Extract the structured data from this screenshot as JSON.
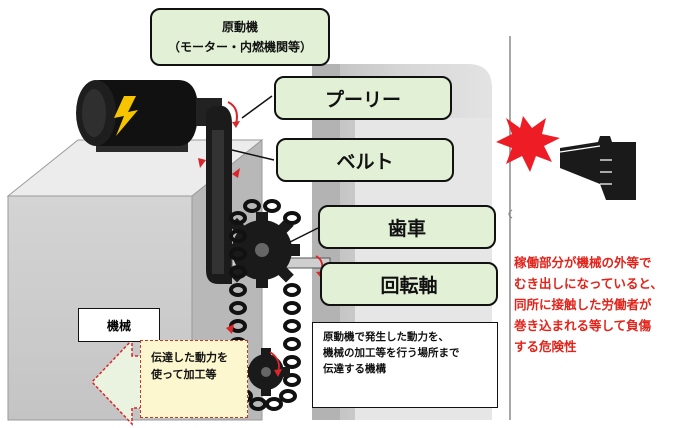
{
  "labels": {
    "motor_line1": "原動機",
    "motor_line2": "（モーター・内燃機関等）",
    "pulley": "プーリー",
    "belt": "ベルト",
    "gear": "歯車",
    "shaft": "回転軸",
    "machine": "機械",
    "processing_line1": "伝達した動力を",
    "processing_line2": "使って加工等",
    "mechanism_line1": "原動機で発生した動力を、",
    "mechanism_line2": "機械の加工等を行う場所まで",
    "mechanism_line3": "伝達する機構"
  },
  "warning": {
    "line1": "稼働部分が機械の外等で",
    "line2": "むき出しになっていると、",
    "line3": "同所に接触した労働者が",
    "line4": "巻き込まれる等して負傷",
    "line5": "する危険性"
  },
  "colors": {
    "label_fill": "#e2f1d6",
    "warning_text": "#e2231a",
    "impact_burst": "#ee1c25",
    "hand": "#1a1a1a",
    "motor_bolt": "#f6c500",
    "arrow_red": "#d9262b",
    "guard_gray": "#c9c9c9"
  },
  "icons": [
    "lightning-bolt-icon",
    "impact-burst-icon",
    "hand-icon",
    "rotation-arrow-icon"
  ]
}
